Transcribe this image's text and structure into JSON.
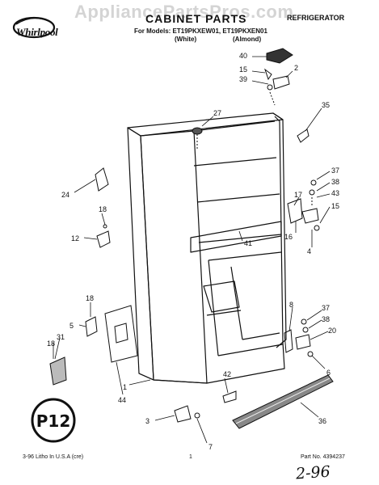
{
  "watermark": "AppliancePartsPros.com",
  "brand_logo": "Whirlpool",
  "title": "CABINET PARTS",
  "brand_label": "REFRIGERATOR",
  "models_line": "For Models: ET19PKXEW01, ET19PKXEN01",
  "color_white": "(White)",
  "color_almond": "(Almond)",
  "footer": {
    "left": "3-96 Litho In U.S.A (cre)",
    "center": "1",
    "right": "Part No. 4394237"
  },
  "handwritten_note": "2-96",
  "part_callouts": [
    "40",
    "15",
    "2",
    "39",
    "35",
    "27",
    "24",
    "17",
    "37",
    "38",
    "43",
    "15",
    "18",
    "12",
    "41",
    "16",
    "4",
    "18",
    "5",
    "8",
    "37",
    "38",
    "20",
    "31",
    "18",
    "6",
    "1",
    "44",
    "42",
    "36",
    "3",
    "7"
  ],
  "icons": {
    "logo": "whirlpool-ring-logo",
    "stamp": "p12-circle-stamp"
  }
}
